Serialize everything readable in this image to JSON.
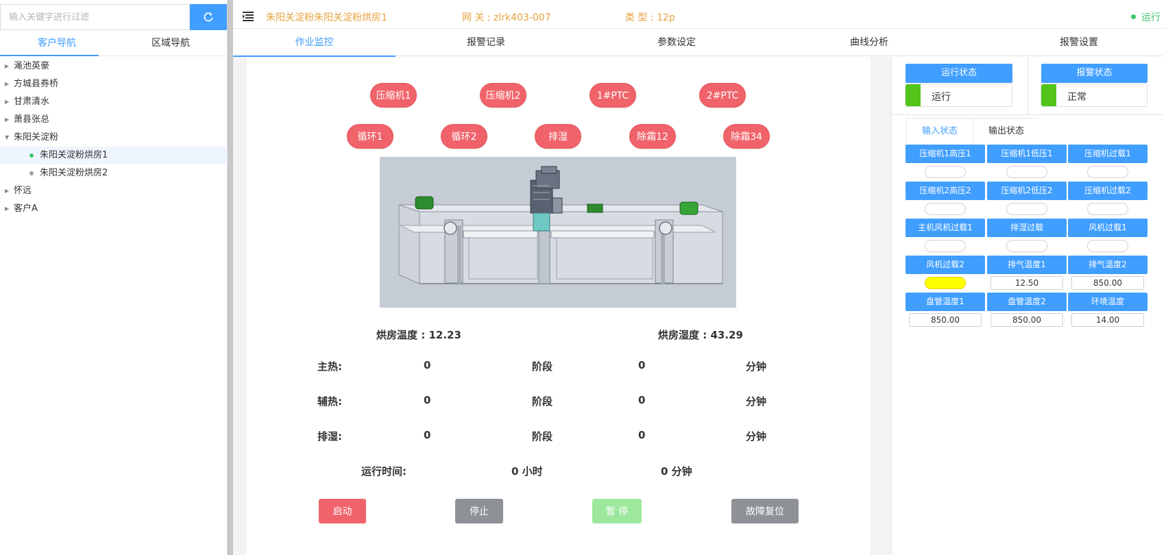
{
  "search": {
    "placeholder": "输入关键字进行过滤"
  },
  "side_tabs": [
    {
      "label": "客户导航"
    },
    {
      "label": "区域导航"
    }
  ],
  "tree": [
    {
      "label": "渑池英豪"
    },
    {
      "label": "方城县券桥"
    },
    {
      "label": "甘肃清水"
    },
    {
      "label": "萧县张总"
    },
    {
      "label": "朱阳关淀粉"
    },
    {
      "label": "朱阳关淀粉烘房1"
    },
    {
      "label": "朱阳关淀粉烘房2"
    },
    {
      "label": "怀远"
    },
    {
      "label": "客户A"
    }
  ],
  "header": {
    "device": "朱阳关淀粉朱阳关淀粉烘房1",
    "gateway": "网 关 : zlrk403-007",
    "type": "类 型 : 12p",
    "status": "运行"
  },
  "main_tabs": [
    {
      "label": "作业监控"
    },
    {
      "label": "报警记录"
    },
    {
      "label": "参数设定"
    },
    {
      "label": "曲线分析"
    },
    {
      "label": "报警设置"
    }
  ],
  "components_row1": [
    "压缩机1",
    "压缩机2",
    "1#PTC",
    "2#PTC"
  ],
  "components_row2": [
    "循环1",
    "循环2",
    "排湿",
    "除霜12",
    "除霜34"
  ],
  "room": {
    "temp_label": "烘房温度 : 12.23",
    "humidity_label": "烘房湿度 : 43.29"
  },
  "stages": [
    {
      "name": "主热:",
      "value": "0",
      "stage_label": "阶段",
      "stage_value": "0",
      "unit": "分钟"
    },
    {
      "name": "辅热:",
      "value": "0",
      "stage_label": "阶段",
      "stage_value": "0",
      "unit": "分钟"
    },
    {
      "name": "排湿:",
      "value": "0",
      "stage_label": "阶段",
      "stage_value": "0",
      "unit": "分钟"
    }
  ],
  "runtime": {
    "label": "运行时间:",
    "hours": "0 小时",
    "minutes": "0 分钟"
  },
  "buttons": {
    "start": "启动",
    "stop": "停止",
    "pause": "暂 停",
    "reset": "故障复位"
  },
  "run_state": {
    "title": "运行状态",
    "value": "运行"
  },
  "alarm_state": {
    "title": "报警状态",
    "value": "正常"
  },
  "io_tabs": [
    {
      "label": "输入状态"
    },
    {
      "label": "输出状态"
    }
  ],
  "signals": [
    {
      "label": "压缩机1高压1",
      "kind": "led",
      "on": false
    },
    {
      "label": "压缩机1低压1",
      "kind": "led",
      "on": false
    },
    {
      "label": "压缩机过载1",
      "kind": "led",
      "on": false
    },
    {
      "label": "压缩机2高压2",
      "kind": "led",
      "on": false
    },
    {
      "label": "压缩机2低压2",
      "kind": "led",
      "on": false
    },
    {
      "label": "压缩机过载2",
      "kind": "led",
      "on": false
    },
    {
      "label": "主机风机过载1",
      "kind": "led",
      "on": false
    },
    {
      "label": "排湿过载",
      "kind": "led",
      "on": false
    },
    {
      "label": "风机过载1",
      "kind": "led",
      "on": false
    },
    {
      "label": "风机过载2",
      "kind": "led",
      "on": true
    },
    {
      "label": "排气温度1",
      "kind": "value",
      "value": "12.50"
    },
    {
      "label": "排气温度2",
      "kind": "value",
      "value": "850.00"
    },
    {
      "label": "盘管温度1",
      "kind": "value",
      "value": "850.00"
    },
    {
      "label": "盘管温度2",
      "kind": "value",
      "value": "850.00"
    },
    {
      "label": "环境温度",
      "kind": "value",
      "value": "14.00"
    }
  ],
  "colors": {
    "accent": "#409eff",
    "header_text": "#e6a23c",
    "running_green": "#3ec66f",
    "component_red": "#f0636a",
    "start_red": "#f0636a",
    "stop_gray": "#8e9196",
    "pause_green_disabled": "#9ee89e",
    "signal_on_yellow": "#ffff00"
  }
}
